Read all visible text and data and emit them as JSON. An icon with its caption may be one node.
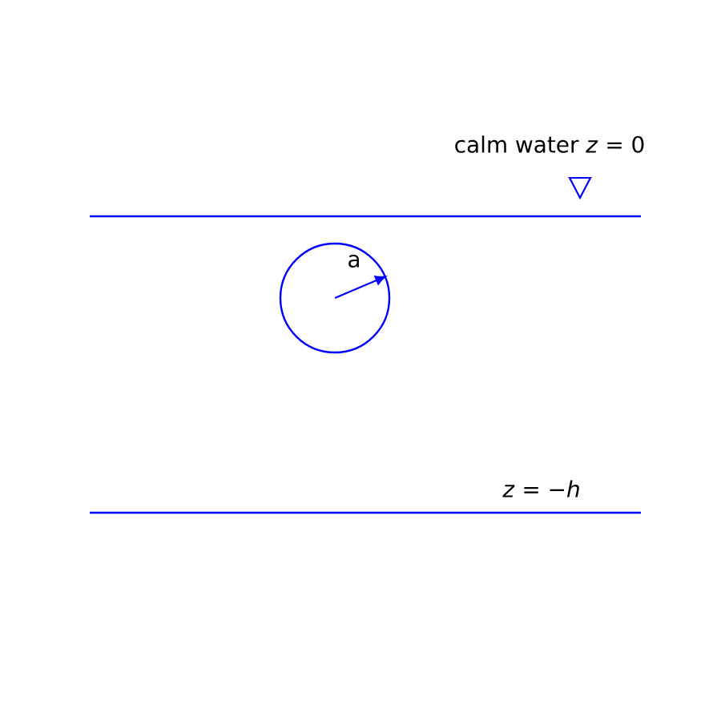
{
  "diagram": {
    "nodes": [
      {
        "text": [],
        "shape": "circle"
      }
    ],
    "labels": [
      "calm water *z* = 0",
      "*z* = −*h*",
      "a"
    ]
  }
}
